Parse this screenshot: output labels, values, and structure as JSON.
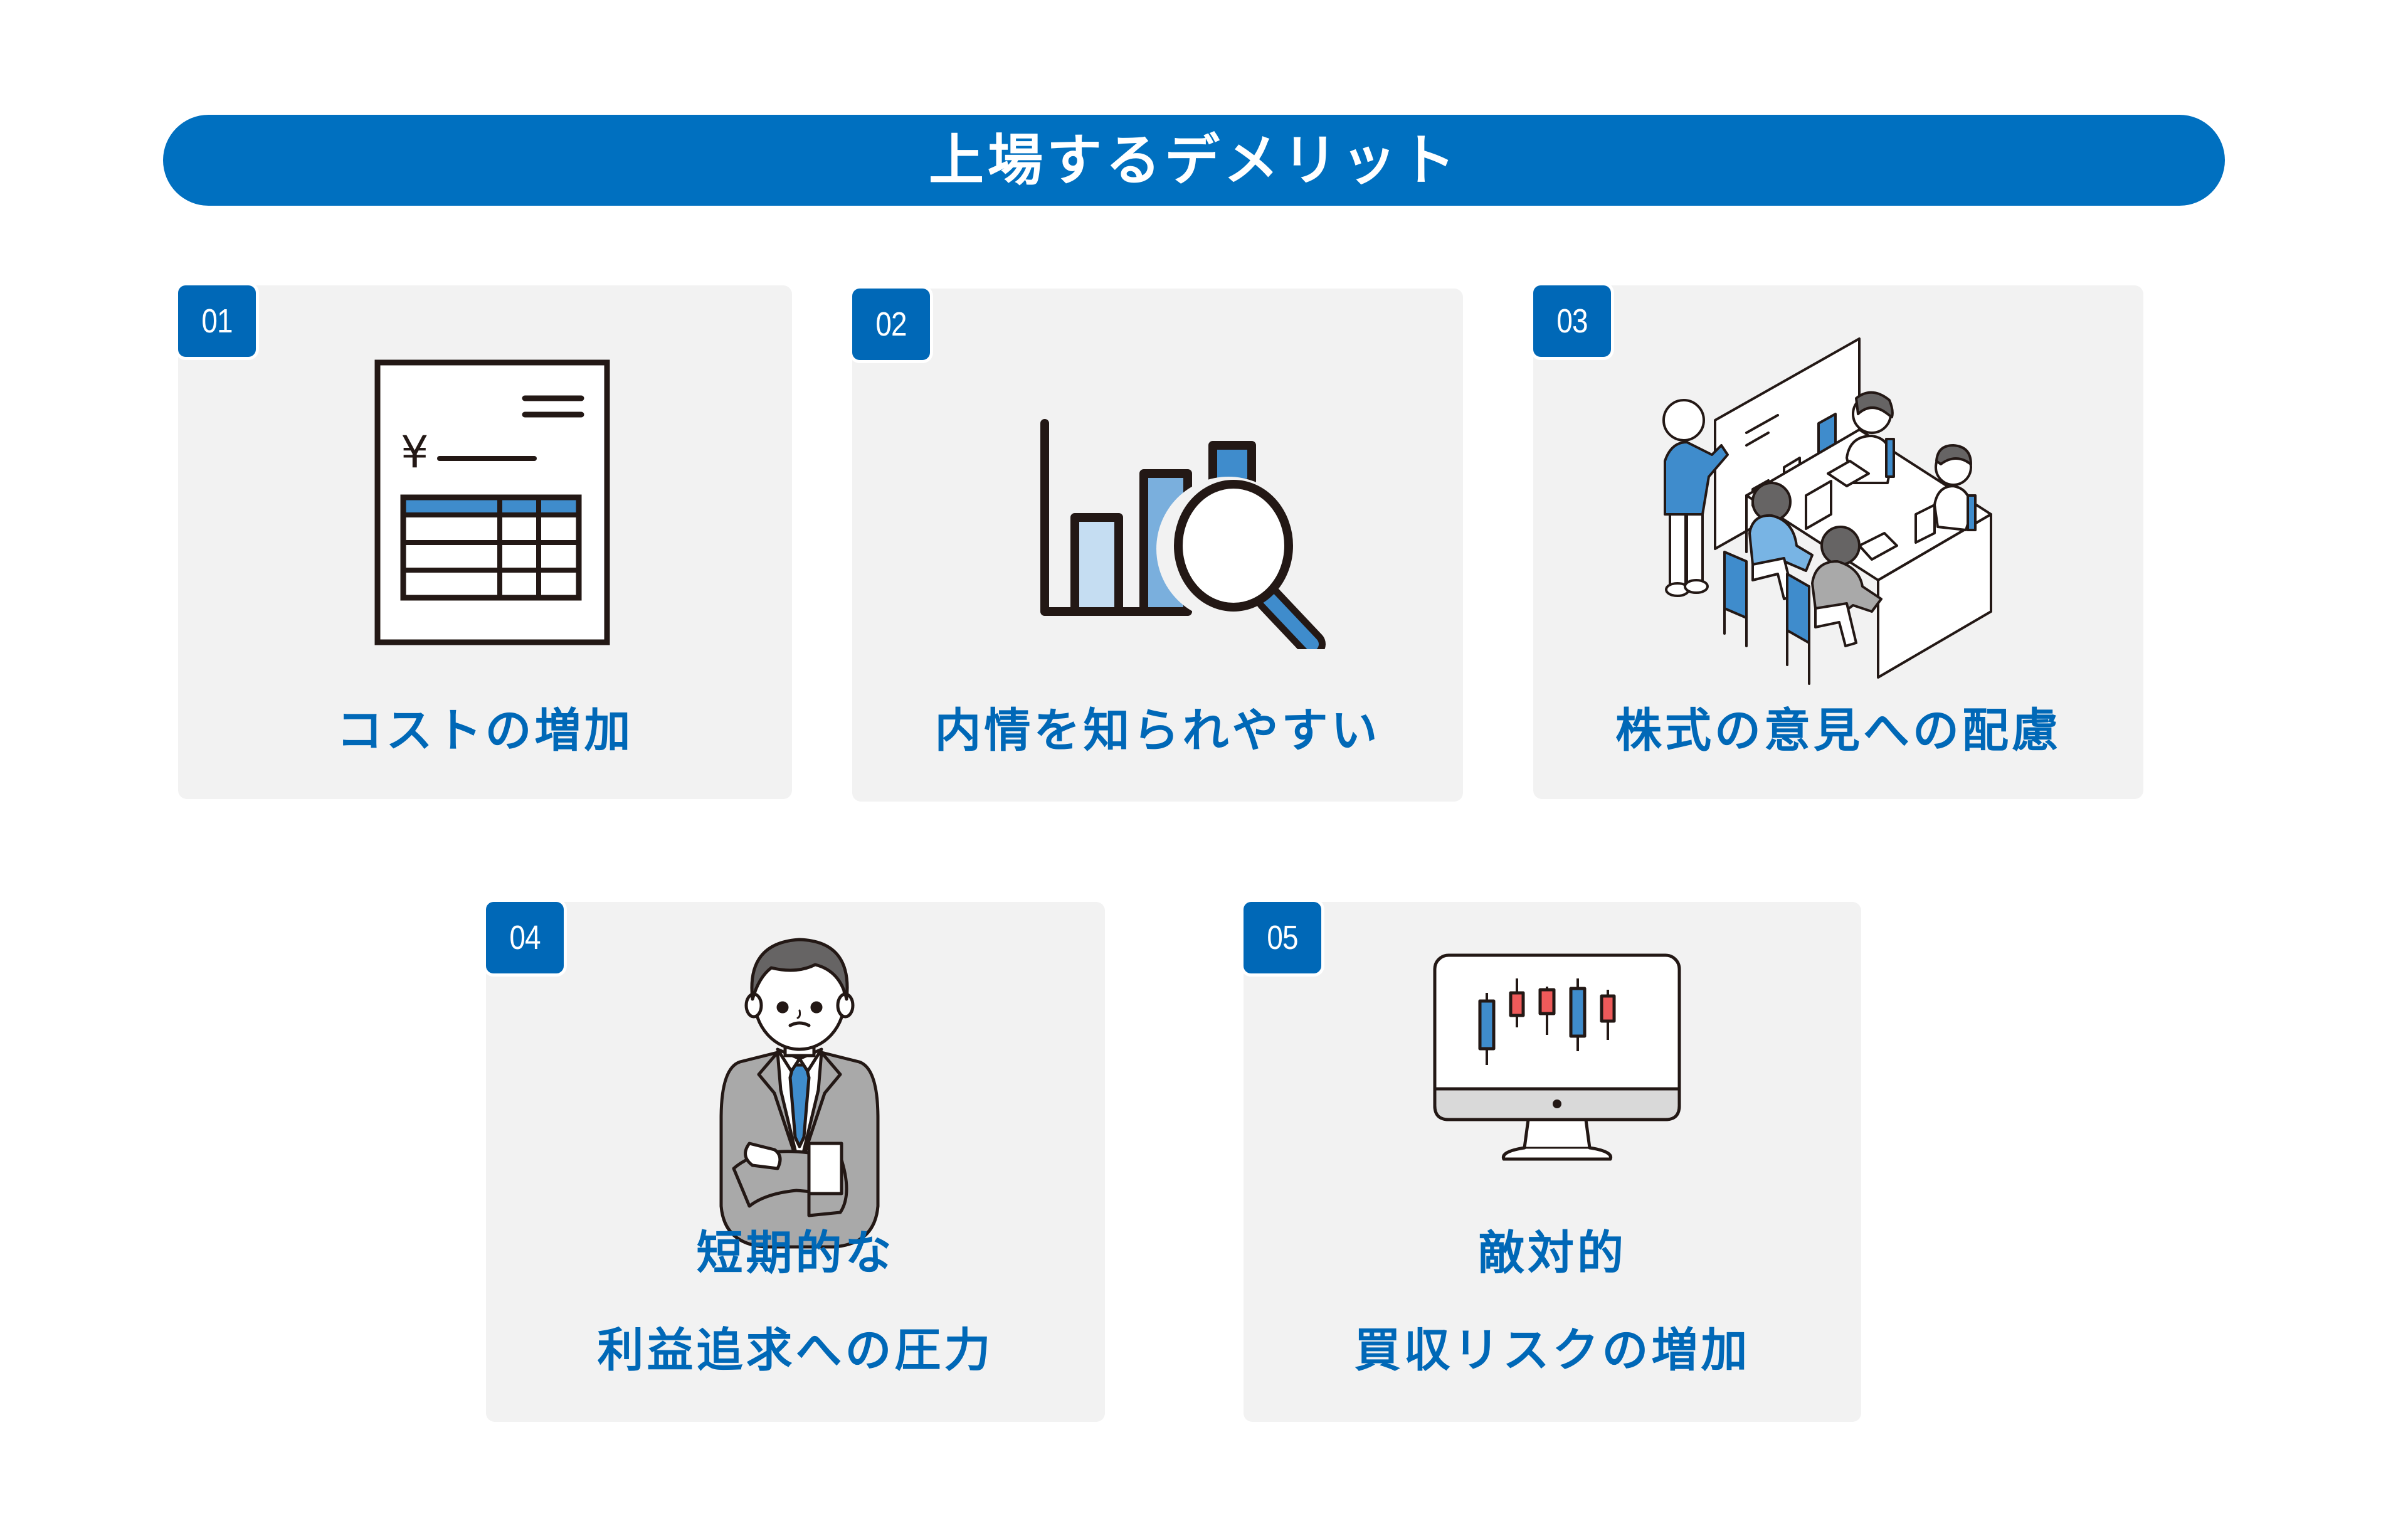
{
  "header": {
    "title": "上場するデメリット",
    "banner_color": "#0070c0"
  },
  "colors": {
    "card_background": "#f2f2f2",
    "badge_background": "#0068b7",
    "label_text": "#0068b7",
    "accent_blue": "#3f8ccc",
    "light_blue": "#c5ddf2",
    "candle_red": "#ee5a5a",
    "suit_gray": "#a9a9a9",
    "outline": "#231815"
  },
  "cards": [
    {
      "number": "01",
      "label_lines": [
        "コストの増加"
      ],
      "illustration": "invoice-document-icon"
    },
    {
      "number": "02",
      "label_lines": [
        "内情を知られやすい"
      ],
      "illustration": "bar-chart-magnifier-icon"
    },
    {
      "number": "03",
      "label_lines": [
        "株式の意見への配慮"
      ],
      "illustration": "shareholder-meeting-illustration"
    },
    {
      "number": "04",
      "label_lines": [
        "短期的な",
        "利益追求への圧力"
      ],
      "illustration": "worried-businessman-illustration"
    },
    {
      "number": "05",
      "label_lines": [
        "敵対的",
        "買収リスクの増加"
      ],
      "illustration": "monitor-candlestick-chart-icon"
    }
  ],
  "icons": {
    "yen_symbol": "¥"
  }
}
